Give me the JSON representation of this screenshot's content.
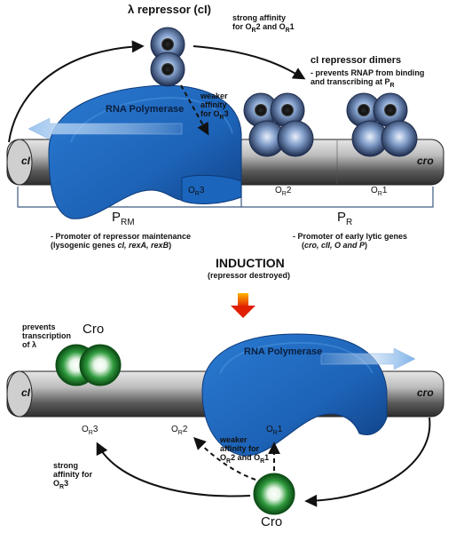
{
  "top": {
    "repressor_title": "λ repressor (cI)",
    "strong_affinity_line1": "strong affinity",
    "strong_affinity_line2": "for O",
    "strong_affinity_or2": "2 and O",
    "strong_affinity_or1": "1",
    "weaker_affinity_line1": "weaker",
    "weaker_affinity_line2": "affinity",
    "weaker_affinity_line3": "for O",
    "weaker_affinity_or3": "3",
    "dimers_title": "cI repressor dimers",
    "dimers_desc_line1": "- prevents RNAP from binding",
    "dimers_desc_line2": "and transcribing at P",
    "rna_polymerase": "RNA Polymerase",
    "gene_left": "cI",
    "gene_right": "cro",
    "or3_letter": "O",
    "or3_num": "3",
    "or2_letter": "O",
    "or2_num": "2",
    "or1_letter": "O",
    "or1_num": "1",
    "prm_letter": "P",
    "prm_sub": "RM",
    "pr_letter": "P",
    "pr_sub": "R",
    "prm_desc_line1": "- Promoter of repressor maintenance",
    "prm_desc_line2_a": "(lysogenic genes ",
    "prm_desc_line2_b": "cI, rexA, rexB",
    "prm_desc_line2_c": ")",
    "pr_desc_line1": "- Promoter of early lytic genes",
    "pr_desc_line2_a": "(",
    "pr_desc_line2_b": "cro, cII, O and P",
    "pr_desc_line2_c": ")",
    "subscript_r": "R"
  },
  "middle": {
    "induction_title": "INDUCTION",
    "induction_sub": "(repressor destroyed)"
  },
  "bottom": {
    "prevents_line1": "prevents",
    "prevents_line2": "transcription",
    "prevents_line3": "of λ",
    "cro_top_label": "Cro",
    "rna_polymerase": "RNA Polymerase",
    "gene_left": "cI",
    "gene_right": "cro",
    "or3_letter": "O",
    "or3_num": "3",
    "or2_letter": "O",
    "or2_num": "2",
    "or1_letter": "O",
    "or1_num": "1",
    "weaker_line1": "weaker",
    "weaker_line2": "affinity for",
    "weaker_line3_a": "O",
    "weaker_line3_b": "2 and O",
    "weaker_line3_c": "1",
    "strong_line1": "strong",
    "strong_line2": "affinity for",
    "strong_line3_a": "O",
    "strong_line3_b": "3",
    "cro_bottom_label": "Cro",
    "subscript_r": "R"
  },
  "colors": {
    "dna_light": "#d8d8d8",
    "dna_dark": "#4a4a4a",
    "polymerase_blue": "#1f6fc8",
    "polymerase_light": "#6fb0ee",
    "repressor_dark": "#2a3d66",
    "repressor_light": "#9fb8dc",
    "cro_dark": "#0d5a1a",
    "cro_light": "#ffffff",
    "induction_orange": "#ff6a00",
    "induction_red": "#d81e00"
  }
}
